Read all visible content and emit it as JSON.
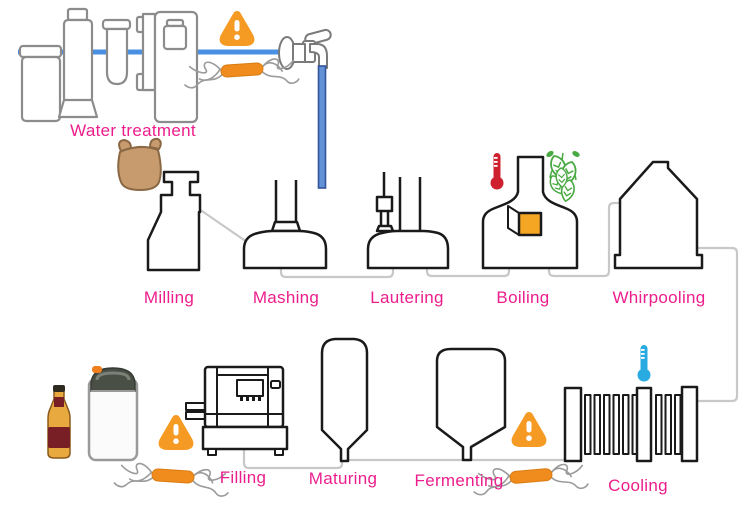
{
  "diagram": {
    "subject": "Brewing process flow",
    "stages": [
      {
        "id": "water-treatment",
        "label": "Water treatment"
      },
      {
        "id": "milling",
        "label": "Milling"
      },
      {
        "id": "mashing",
        "label": "Mashing"
      },
      {
        "id": "lautering",
        "label": "Lautering"
      },
      {
        "id": "boiling",
        "label": "Boiling"
      },
      {
        "id": "whirpooling",
        "label": "Whirpooling"
      },
      {
        "id": "cooling",
        "label": "Cooling"
      },
      {
        "id": "fermenting",
        "label": "Fermenting"
      },
      {
        "id": "maturing",
        "label": "Maturing"
      },
      {
        "id": "filling",
        "label": "Filling"
      }
    ],
    "icons": {
      "warning": {
        "glyph": "!",
        "color": "#f59b23",
        "locations": [
          "water-treatment",
          "filling",
          "fermenting"
        ]
      },
      "bacteria": {
        "color": "#f08c1e",
        "locations": [
          "water-treatment",
          "filling",
          "fermenting"
        ]
      },
      "thermometer_hot": {
        "color": "#cf2030",
        "location": "boiling"
      },
      "thermometer_cold": {
        "color": "#29abe2",
        "location": "cooling"
      },
      "hops": {
        "color": "#49a942",
        "location": "boiling"
      },
      "grain_sack": {
        "color": "#c79b6d",
        "location": "milling"
      },
      "faucet": {
        "location": "water-treatment"
      },
      "beer_bottle": {
        "location": "filling"
      },
      "keg": {
        "location": "filling"
      }
    },
    "colors": {
      "label_magenta": "#ec1e8c",
      "pipe_blue": "#4a90e2",
      "water_stream_blue": "#6292d8",
      "connector_gray": "#c8c8c8",
      "equipment_outline_black": "#1a1a1a",
      "water_treatment_outline_gray": "#8c8c8c",
      "boiling_window_orange": "#f5a623"
    }
  }
}
